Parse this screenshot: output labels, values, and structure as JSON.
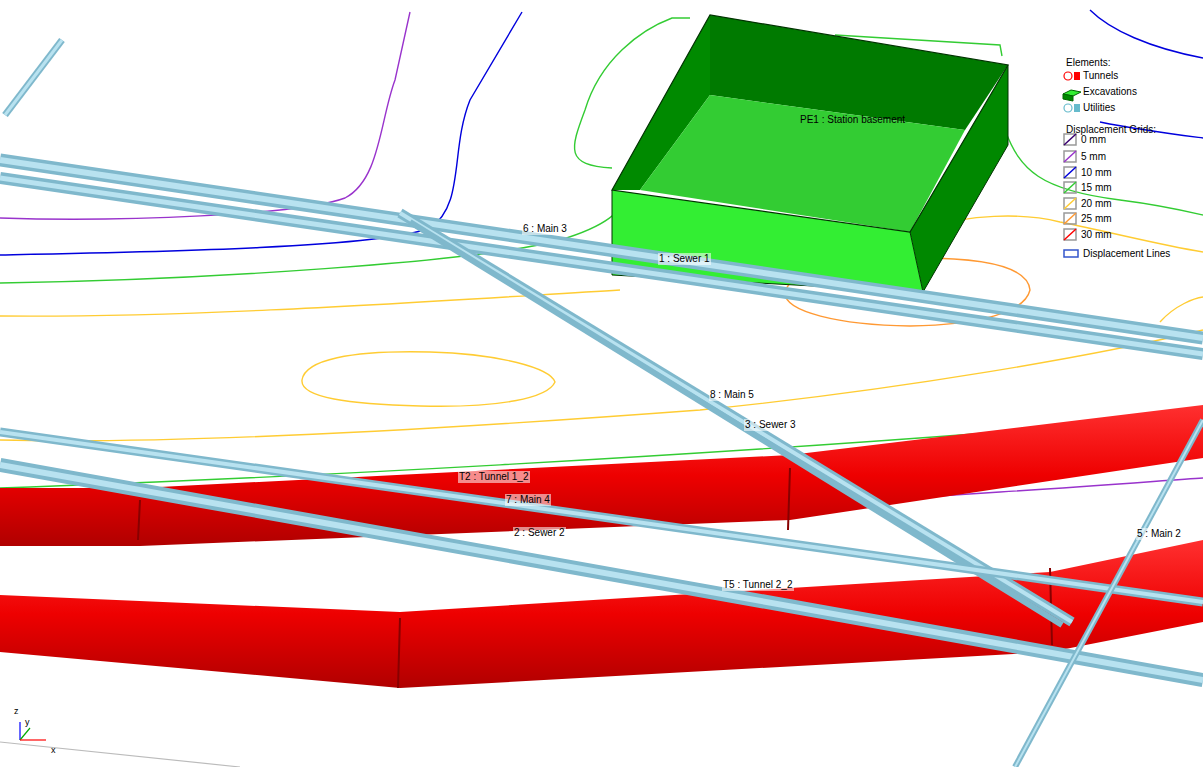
{
  "diagram": {
    "nodes": [
      {
        "text": [
          "PE1 : Station basement"
        ]
      }
    ],
    "labels": [
      "6 : Main 3",
      "1 : Sewer 1",
      "8 : Main 5",
      "3 : Sewer 3",
      "T2 : Tunnel 1_2",
      "7 : Main 4",
      "2 : Sewer 2",
      "T5 : Tunnel 2_2",
      "5 : Main 2",
      "Elements:",
      "Displacement Grids:",
      "z",
      "y",
      "x"
    ],
    "legend": [
      {
        "text": "Tunnels"
      },
      {
        "text": "Excavations"
      },
      {
        "text": "Utilities"
      },
      {
        "text": "0 mm"
      },
      {
        "text": "5 mm"
      },
      {
        "text": "10 mm"
      },
      {
        "text": "15 mm"
      },
      {
        "text": "20 mm"
      },
      {
        "text": "25 mm"
      },
      {
        "text": "30 mm"
      },
      {
        "text": "Displacement Lines"
      }
    ]
  }
}
